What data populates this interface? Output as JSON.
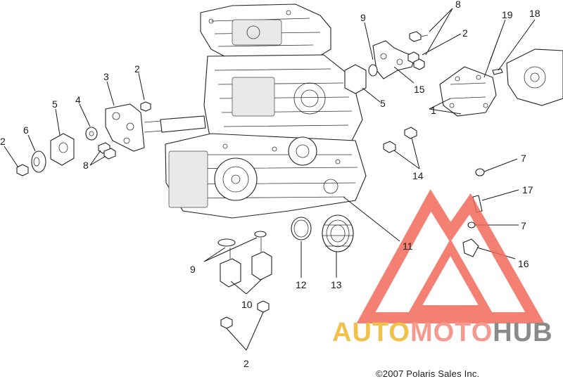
{
  "diagram": {
    "callouts": [
      {
        "id": "c8",
        "text": "8"
      },
      {
        "id": "c19",
        "text": "19"
      },
      {
        "id": "c18",
        "text": "18"
      },
      {
        "id": "c9a",
        "text": "9"
      },
      {
        "id": "c2a",
        "text": "2"
      },
      {
        "id": "c2b",
        "text": "2"
      },
      {
        "id": "c3",
        "text": "3"
      },
      {
        "id": "c4",
        "text": "4"
      },
      {
        "id": "c5a",
        "text": "5"
      },
      {
        "id": "c6",
        "text": "6"
      },
      {
        "id": "c2c",
        "text": "2"
      },
      {
        "id": "c8b",
        "text": "8"
      },
      {
        "id": "c15",
        "text": "15"
      },
      {
        "id": "c1",
        "text": "1"
      },
      {
        "id": "c5b",
        "text": "5"
      },
      {
        "id": "c14",
        "text": "14"
      },
      {
        "id": "c7a",
        "text": "7"
      },
      {
        "id": "c17",
        "text": "17"
      },
      {
        "id": "c7b",
        "text": "7"
      },
      {
        "id": "c11",
        "text": "11"
      },
      {
        "id": "c16",
        "text": "16"
      },
      {
        "id": "c9b",
        "text": "9"
      },
      {
        "id": "c12",
        "text": "12"
      },
      {
        "id": "c13",
        "text": "13"
      },
      {
        "id": "c10",
        "text": "10"
      },
      {
        "id": "c2d",
        "text": "2"
      }
    ]
  },
  "watermark": {
    "part1": "AUTO",
    "part2": "MOTO",
    "part3": "HUB",
    "colors": {
      "auto": "#f2c14a",
      "moto": "#f59a8e",
      "hub": "#8a8a8a",
      "logo": "#f26a5a"
    }
  },
  "copyright": "©2007  Polaris Sales Inc."
}
